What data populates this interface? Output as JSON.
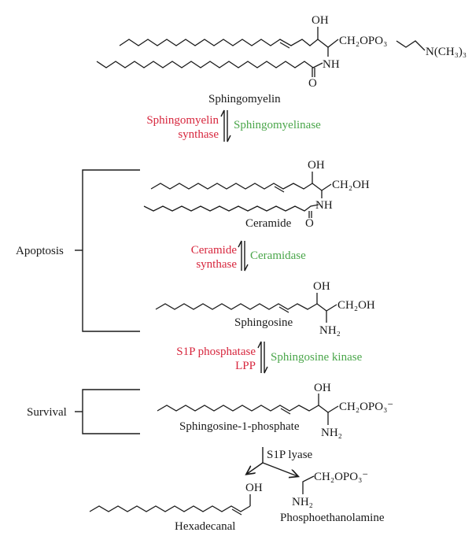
{
  "title": "Sphingolipid metabolism pathway",
  "colors": {
    "synthesis_enzyme": "#d7263d",
    "degradation_enzyme": "#4aa64a",
    "structure": "#1a1a1a"
  },
  "molecules": {
    "sphingomyelin": {
      "name": "Sphingomyelin",
      "groups": {
        "oh": "OH",
        "nh": "NH",
        "o": "O",
        "head": "CH₂OPO₃",
        "amine": "N(CH₃)₃"
      }
    },
    "ceramide": {
      "name": "Ceramide",
      "groups": {
        "oh": "OH",
        "nh": "NH",
        "o": "O",
        "head": "CH₂OH"
      }
    },
    "sphingosine": {
      "name": "Sphingosine",
      "groups": {
        "oh": "OH",
        "nh2": "NH₂",
        "head": "CH₂OH"
      }
    },
    "s1p": {
      "name": "Sphingosine-1-phosphate",
      "groups": {
        "oh": "OH",
        "nh2": "NH₂",
        "head": "CH₂OPO₃⁻"
      }
    },
    "hexadecanal": {
      "name": "Hexadecanal",
      "groups": {
        "oh": "OH"
      }
    },
    "phosphoethanolamine": {
      "name": "Phosphoethanolamine",
      "groups": {
        "nh2": "NH₂",
        "head": "CH₂OPO₃⁻"
      }
    }
  },
  "reactions": [
    {
      "forward_enzyme": [
        "Sphingomyelin",
        "synthase"
      ],
      "reverse_enzyme": "Sphingomyelinase"
    },
    {
      "forward_enzyme": [
        "Ceramide",
        "synthase"
      ],
      "reverse_enzyme": "Ceramidase"
    },
    {
      "forward_enzyme": [
        "S1P phosphatase",
        "LPP"
      ],
      "reverse_enzyme": "Sphingosine kinase"
    },
    {
      "forward_enzyme": [
        "S1P lyase"
      ]
    }
  ],
  "outcomes": {
    "apoptosis": "Apoptosis",
    "survival": "Survival"
  }
}
